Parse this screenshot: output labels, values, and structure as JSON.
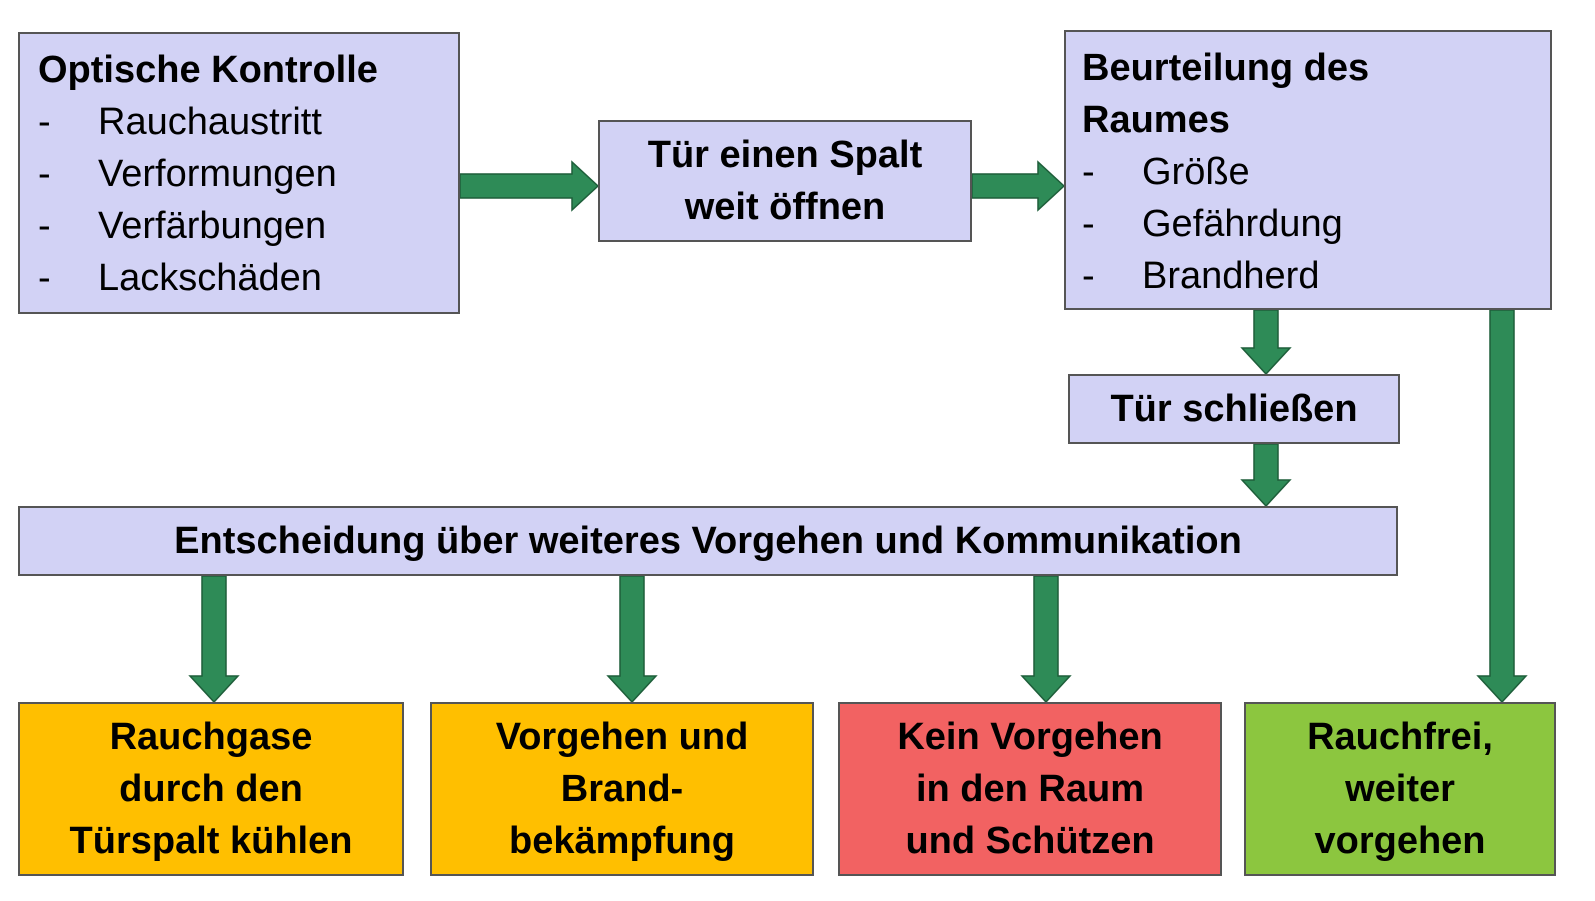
{
  "colors": {
    "box_fill": "#d2d2f5",
    "arrow": "#2e8b57",
    "orange": "#ffbf00",
    "red": "#f26262",
    "green": "#8cc63f"
  },
  "optische": {
    "title": "Optische Kontrolle",
    "dash": "-",
    "items": [
      "Rauchaustritt",
      "Verformungen",
      "Verfärbungen",
      "Lackschäden"
    ]
  },
  "spalt": {
    "lines": [
      "Tür einen Spalt",
      "weit öffnen"
    ]
  },
  "beurteilung": {
    "title_lines": [
      "Beurteilung des",
      "Raumes"
    ],
    "dash": "-",
    "items": [
      "Größe",
      "Gefährdung",
      "Brandherd"
    ]
  },
  "schliessen": {
    "label": "Tür schließen"
  },
  "entscheidung": {
    "label": "Entscheidung über weiteres Vorgehen und Kommunikation"
  },
  "outcomes": [
    {
      "lines": [
        "Rauchgase",
        "durch den",
        "Türspalt kühlen"
      ]
    },
    {
      "lines": [
        "Vorgehen und",
        "Brand-",
        "bekämpfung"
      ]
    },
    {
      "lines": [
        "Kein Vorgehen",
        "in den Raum",
        "und Schützen"
      ]
    },
    {
      "lines": [
        "Rauchfrei,",
        "weiter",
        "vorgehen"
      ]
    }
  ]
}
